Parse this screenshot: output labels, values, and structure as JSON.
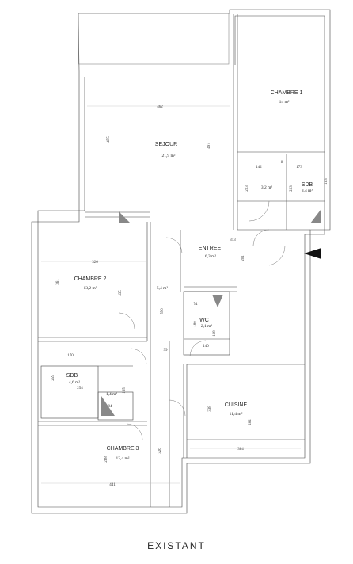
{
  "caption": "EXISTANT",
  "rooms": [
    {
      "name": "SEJOUR",
      "area": "21,9 m²"
    },
    {
      "name": "CHAMBRE 1",
      "area": "14 m²"
    },
    {
      "name": "SDB",
      "area": "3,4 m²"
    },
    {
      "name": "ENTREE",
      "area": "6,3 m²"
    },
    {
      "name": "CHAMBRE 2",
      "area": "13,2 m²"
    },
    {
      "name": "WC",
      "area": "2,1 m²"
    },
    {
      "name": "SDB",
      "area": "4,6 m²"
    },
    {
      "name": "CUISINE",
      "area": "11,4 m²"
    },
    {
      "name": "CHAMBRE 3",
      "area": "12,4 m²"
    }
  ],
  "free_areas": [
    "3,2 m²",
    "5,4 m²",
    "1,4 m²"
  ],
  "dimensions": [
    "462",
    "455",
    "497",
    "142",
    "8",
    "173",
    "223",
    "223",
    "163",
    "313",
    "201",
    "326",
    "361",
    "435",
    "550",
    "74",
    "180",
    "118",
    "140",
    "99",
    "170",
    "259",
    "254",
    "165",
    "84",
    "338",
    "282",
    "384",
    "268",
    "326",
    "441"
  ]
}
